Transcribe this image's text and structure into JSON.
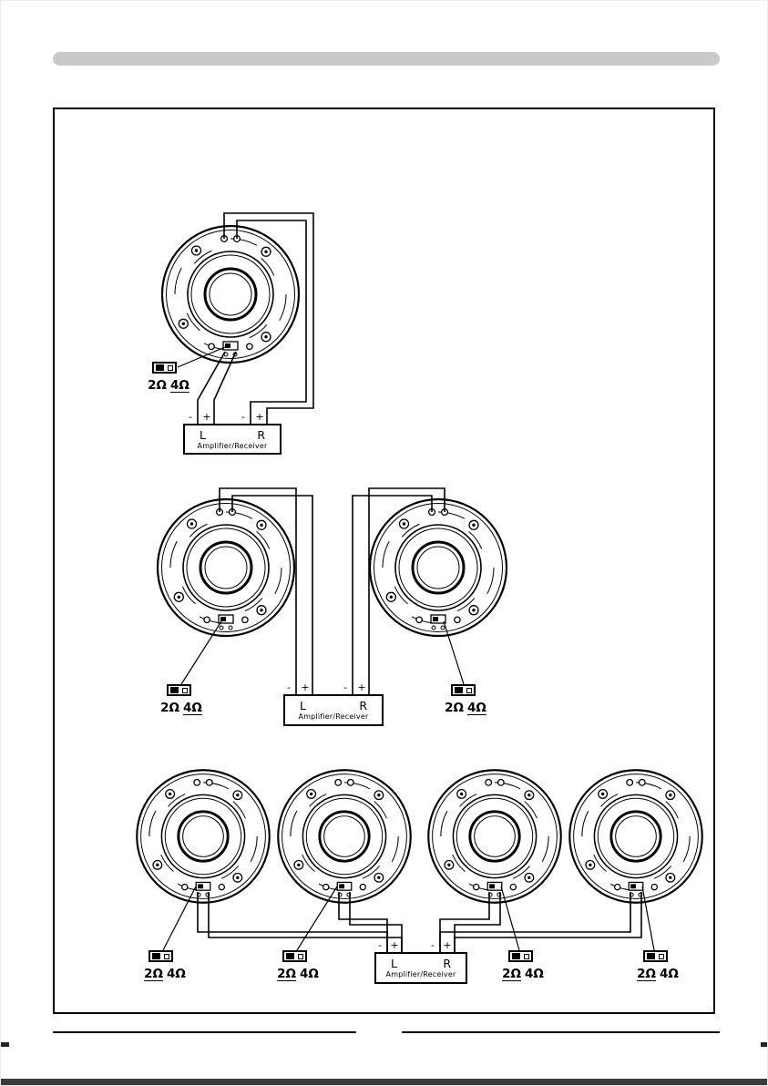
{
  "document": {
    "type": "speaker-impedance-wiring-diagram-page"
  },
  "labels": {
    "amp_title": "Amplifier/Receiver",
    "left": "L",
    "right": "R",
    "minus": "-",
    "plus": "+",
    "ohm2": "2Ω",
    "ohm4": "4Ω"
  },
  "diagrams": [
    {
      "name": "one-speaker-wiring",
      "speaker_count": 1,
      "switch_options": [
        "2Ω",
        "4Ω"
      ],
      "selected_impedance": "4Ω"
    },
    {
      "name": "two-speaker-wiring",
      "speaker_count": 2,
      "switch_options": [
        "2Ω",
        "4Ω"
      ],
      "selected_impedance": "4Ω"
    },
    {
      "name": "four-speaker-wiring",
      "speaker_count": 4,
      "switch_options": [
        "2Ω",
        "4Ω"
      ],
      "selected_impedance": "2Ω"
    }
  ],
  "colors": {
    "line": "#000000",
    "header_bar": "#c9c9c9",
    "footer_bar": "#3a3a3a",
    "background": "#ffffff"
  }
}
